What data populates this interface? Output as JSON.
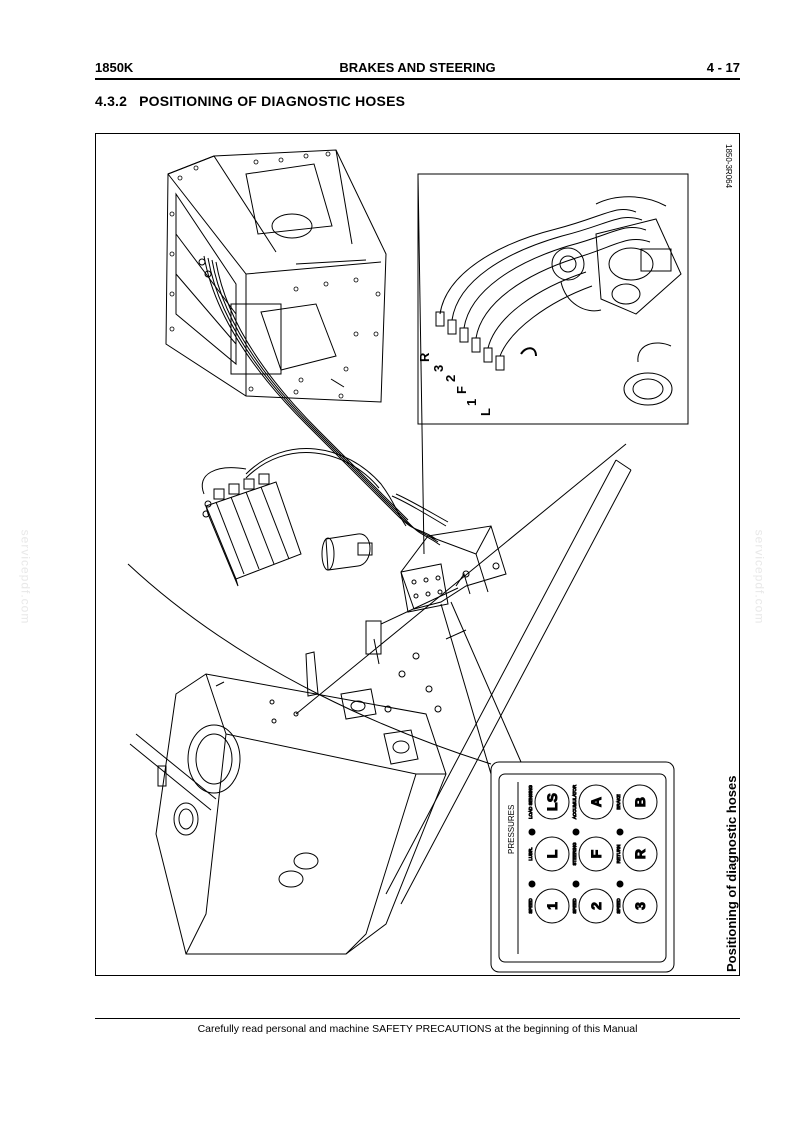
{
  "header": {
    "model": "1850K",
    "chapter": "BRAKES AND STEERING",
    "page": "4 - 17"
  },
  "section": {
    "number": "4.3.2",
    "title": "POSITIONING OF DIAGNOSTIC HOSES"
  },
  "figure": {
    "ref_code": "1850-3R064",
    "caption": "Positioning of diagnostic hoses",
    "hose_labels": [
      "R",
      "3",
      "2",
      "F",
      "1",
      "L"
    ],
    "panel": {
      "title": "PRESSURES",
      "ports": [
        {
          "id": "LS",
          "label": "LOAD SENSING"
        },
        {
          "id": "A",
          "label": "ACCUMULATOR"
        },
        {
          "id": "B",
          "label": "BRAKE"
        },
        {
          "id": "L",
          "label": "LUBR."
        },
        {
          "id": "F",
          "label": "STEERING"
        },
        {
          "id": "R",
          "label": "RETURN"
        },
        {
          "id": "1",
          "label": "SPEED"
        },
        {
          "id": "2",
          "label": "SPEED"
        },
        {
          "id": "3",
          "label": "SPEED"
        }
      ]
    }
  },
  "watermark": "servicepdf.com",
  "footer": {
    "text": "Carefully read personal and machine SAFETY PRECAUTIONS at the beginning of this Manual"
  }
}
